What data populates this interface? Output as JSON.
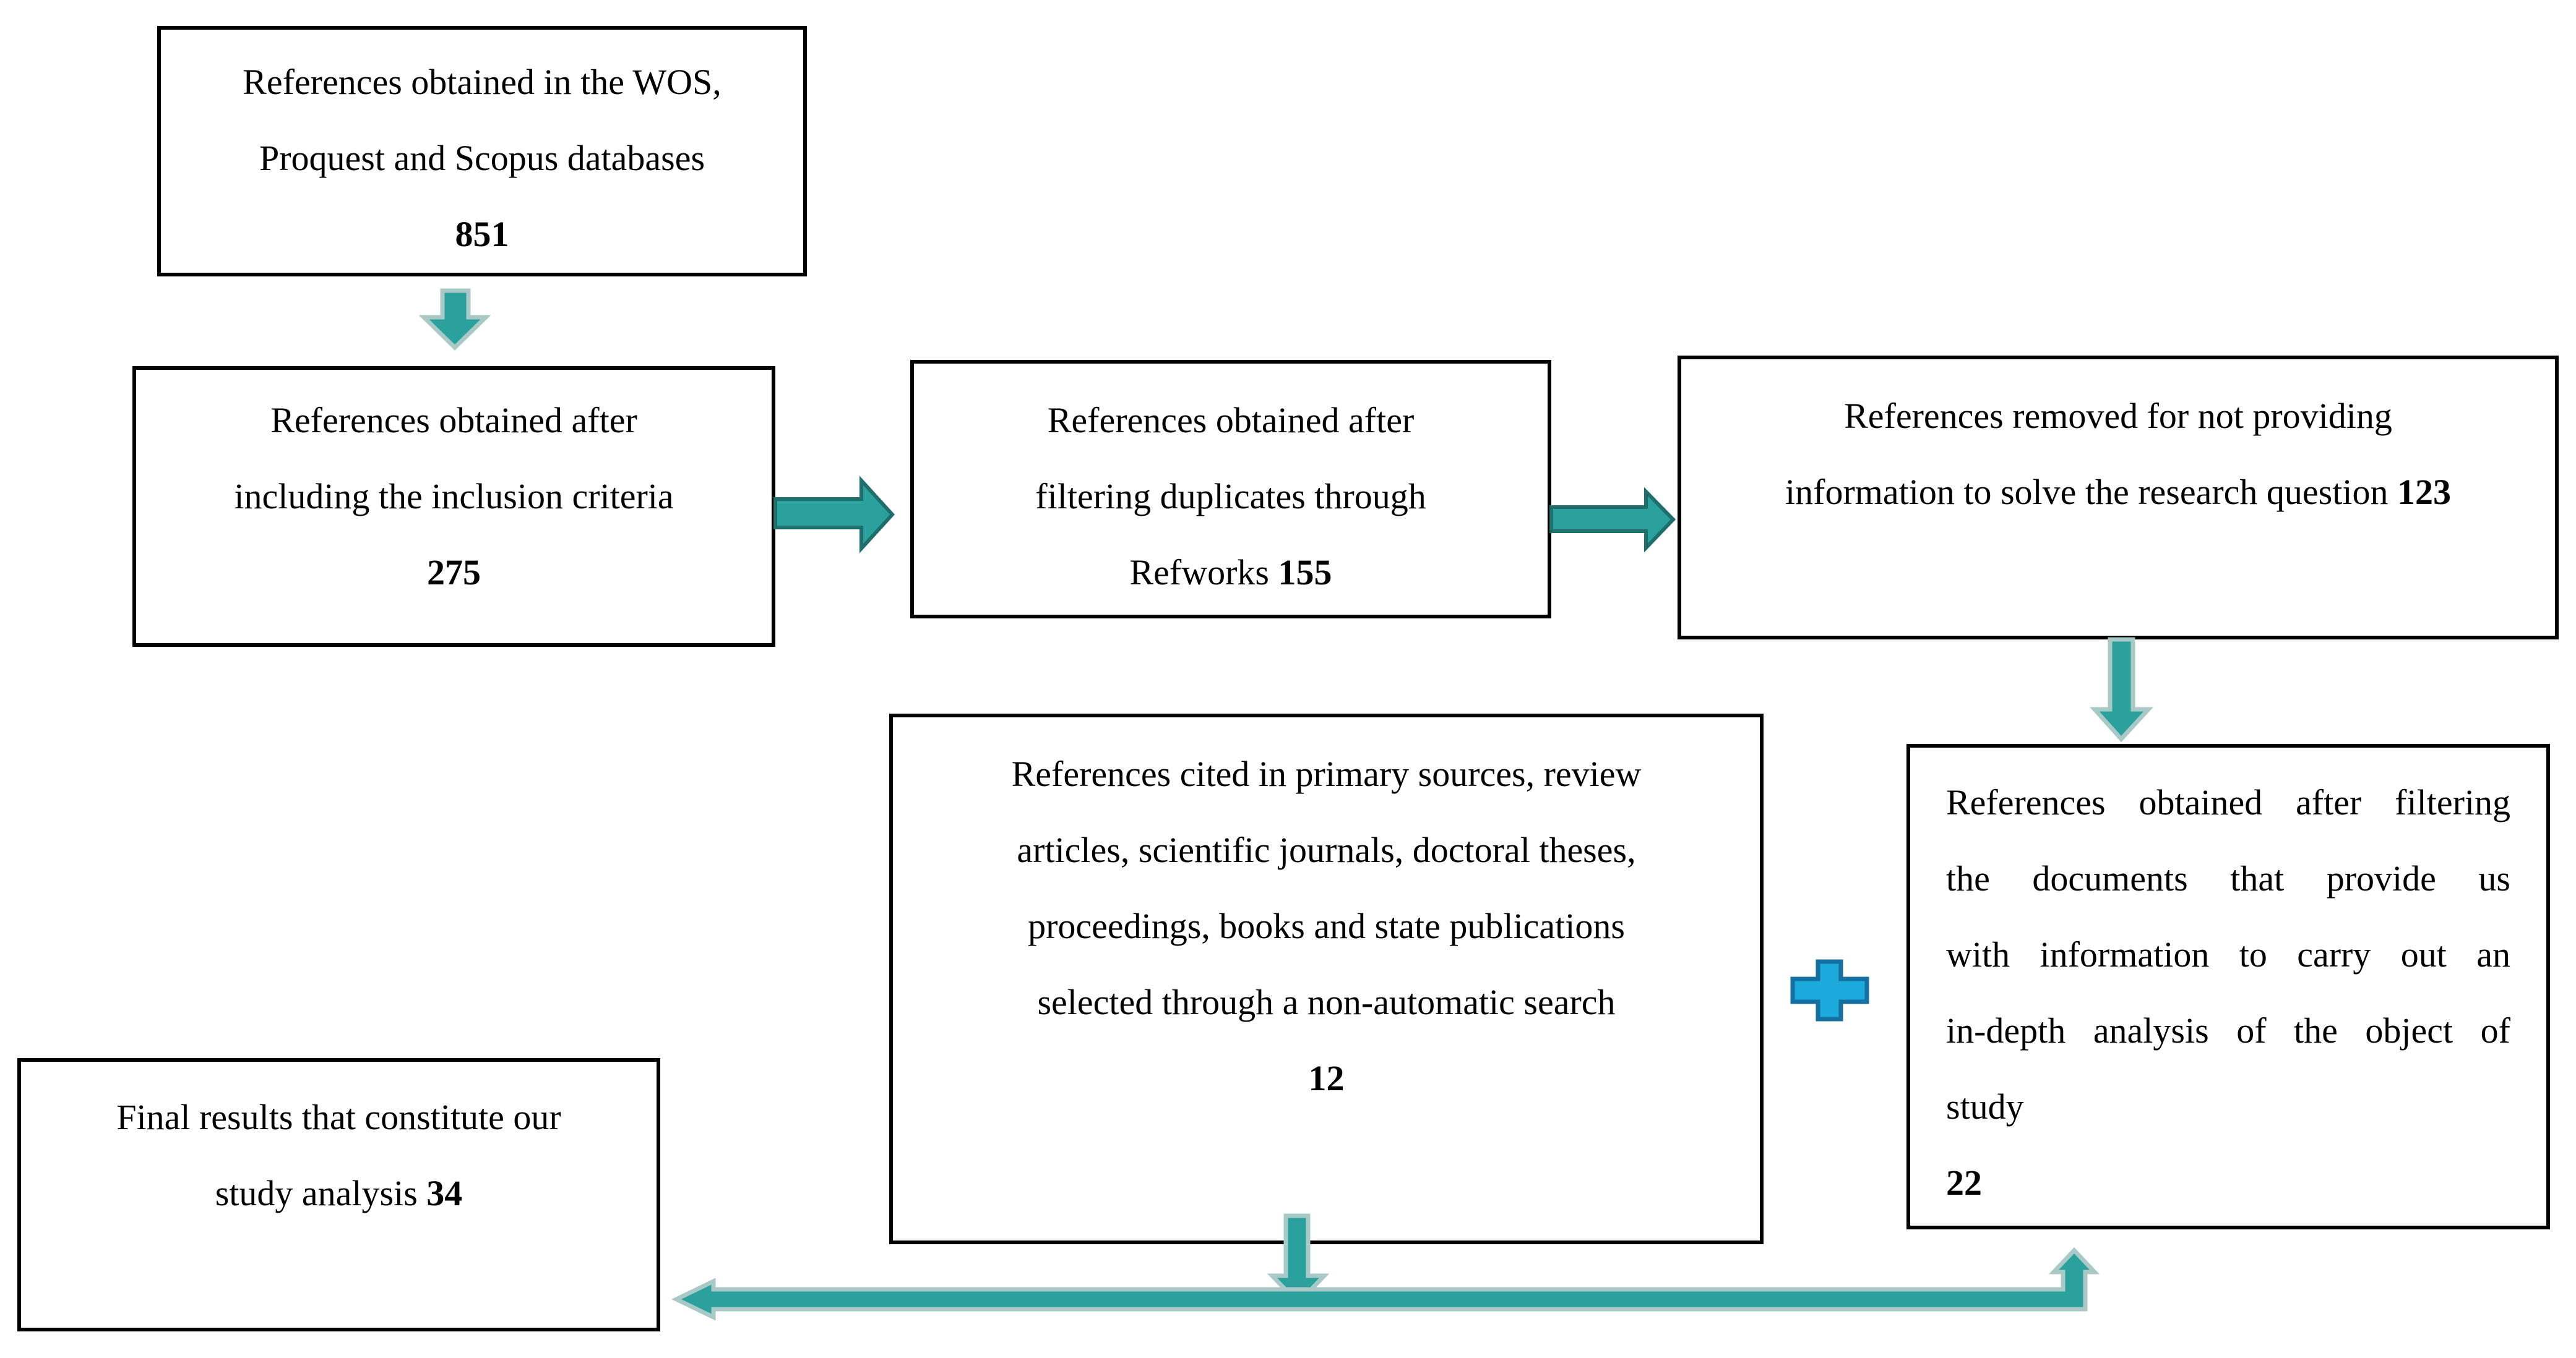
{
  "figure": {
    "title": "Reference screening flow diagram",
    "palette": {
      "arrow_teal": "#2AA19D",
      "arrow_teal_dark_edge": "#1E6F6C",
      "arrow_teal_light_halo": "#A9C9C6",
      "plus_blue": "#1CA9DC",
      "plus_blue_dark_edge": "#1470A0",
      "box_border": "#000000",
      "text_color": "#000000",
      "background": "#FFFFFF"
    },
    "boxes": {
      "wos": {
        "count": "851",
        "lines": [
          {
            "text": "References obtained in the WOS,"
          },
          {
            "text": "Proquest and Scopus databases"
          },
          {
            "text": "851",
            "bold": true
          }
        ]
      },
      "inclusion": {
        "count": "275",
        "lines": [
          {
            "text": "References obtained after"
          },
          {
            "text": "including the inclusion criteria"
          },
          {
            "text": "275",
            "bold": true
          }
        ]
      },
      "duplicates": {
        "count": "155",
        "lines": [
          {
            "text": "References obtained after"
          },
          {
            "text": "filtering duplicates through"
          },
          {
            "text": "Refworks",
            "bold_suffix": "155"
          }
        ]
      },
      "removed": {
        "count": "123",
        "lines": [
          {
            "text": "References removed for not providing"
          },
          {
            "text": "information to solve the research question",
            "bold_suffix": "123"
          }
        ]
      },
      "cited": {
        "count": "12",
        "lines": [
          {
            "text": "References cited in primary sources, review"
          },
          {
            "text": "articles, scientific journals, doctoral theses,"
          },
          {
            "text": "proceedings, books and state publications"
          },
          {
            "text": "selected through a non-automatic search"
          },
          {
            "text": "12",
            "bold": true
          }
        ]
      },
      "indepth": {
        "count": "22",
        "lines": [
          {
            "text": "References obtained after filtering",
            "justify": true
          },
          {
            "text": "the documents that provide us",
            "justify": true
          },
          {
            "text": "with information to carry out an",
            "justify": true
          },
          {
            "text": "in-depth analysis of the object of",
            "justify": true
          },
          {
            "text": "study"
          },
          {
            "text": "22",
            "bold": true
          }
        ]
      },
      "final": {
        "count": "34",
        "lines": [
          {
            "text": "Final results that constitute our"
          },
          {
            "text": "study analysis",
            "bold_suffix": "34"
          }
        ]
      }
    },
    "connectors": [
      {
        "name": "arrow-wos-to-inclusion",
        "type": "block-arrow-down"
      },
      {
        "name": "arrow-inclusion-to-duplicates",
        "type": "block-arrow-right"
      },
      {
        "name": "arrow-duplicates-to-removed",
        "type": "block-arrow-right"
      },
      {
        "name": "arrow-removed-to-indepth",
        "type": "block-arrow-down"
      },
      {
        "name": "plus-cited-and-indepth",
        "type": "plus-sign"
      },
      {
        "name": "arrow-cited-down",
        "type": "block-arrow-down"
      },
      {
        "name": "connector-merge-to-final",
        "type": "elbow-arrow-left-and-up"
      }
    ]
  }
}
